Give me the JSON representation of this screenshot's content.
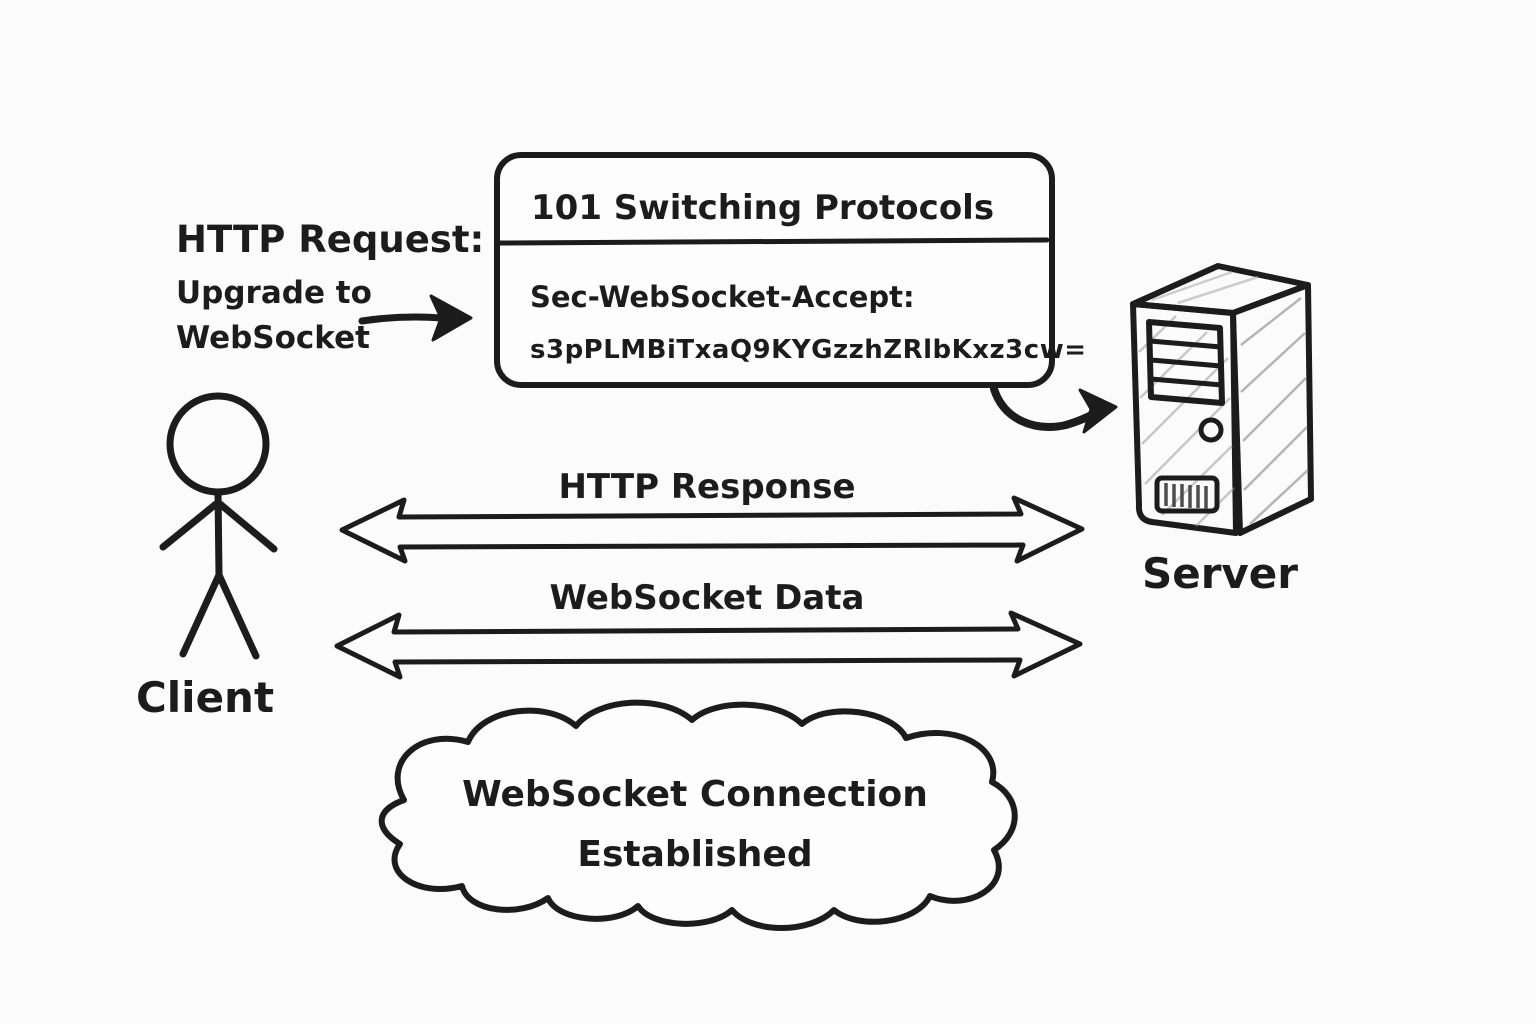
{
  "colors": {
    "background": "#fbfbfb",
    "ink": "#1c1c1c",
    "http_response_green": "#5cb357",
    "websocket_blue": "#4a76d0",
    "led_green": "#49c949",
    "server_front": "#c6c6c6",
    "server_side": "#b2b2b2",
    "server_top": "#d0d0d0",
    "vent_dark": "#242424"
  },
  "request_label": {
    "title": "HTTP Request:",
    "line1": "Upgrade to",
    "line2": "WebSocket"
  },
  "response_box": {
    "title": "101 Switching Protocols",
    "header_name": "Sec-WebSocket-Accept:",
    "header_value": "s3pPLMBiTxaQ9KYGzzhZRlbKxz3cw="
  },
  "arrows": {
    "http_response_label": "HTTP Response",
    "websocket_data_label": "WebSocket Data"
  },
  "client_label": "Client",
  "server_label": "Server",
  "cloud": {
    "line1": "WebSocket Connection",
    "line2": "Established"
  }
}
